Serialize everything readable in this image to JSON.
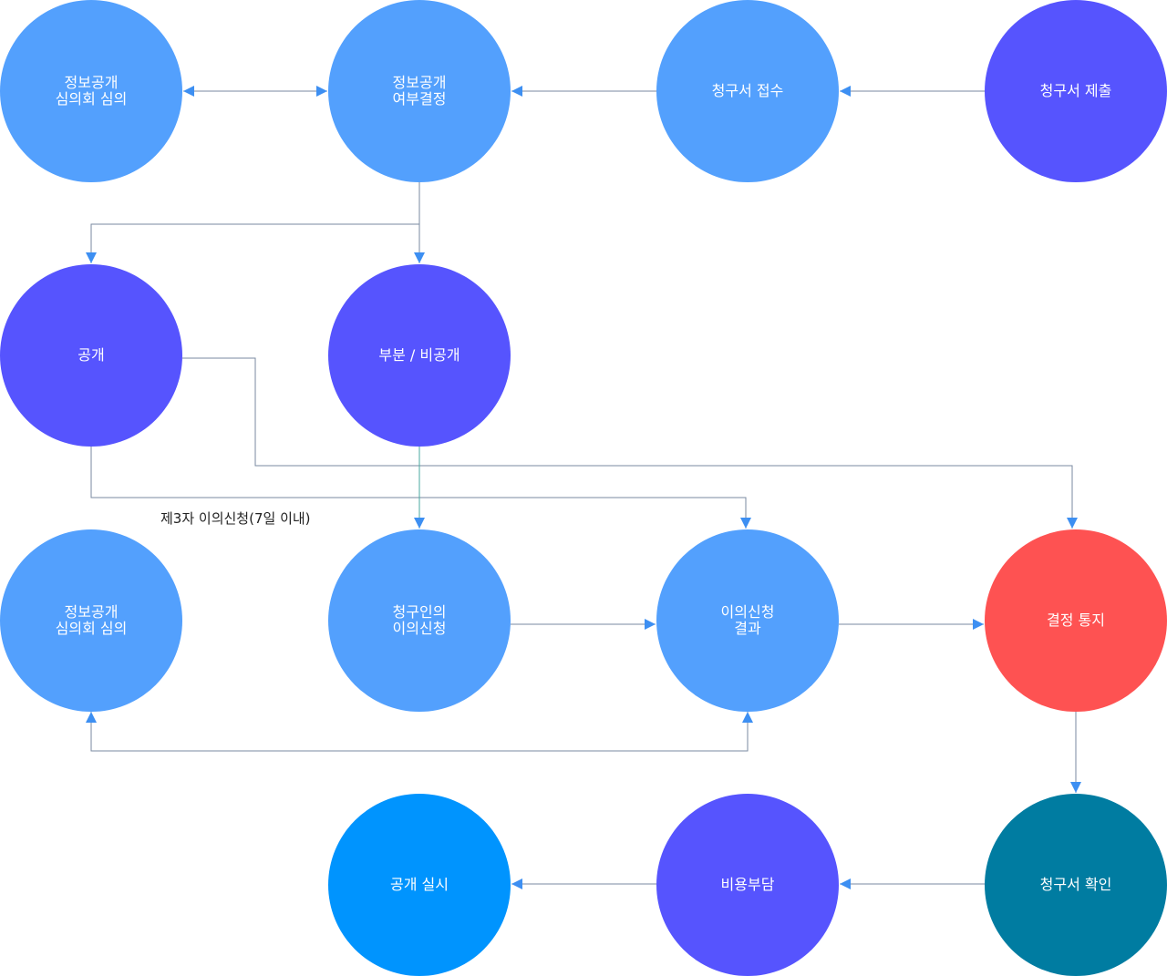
{
  "nodes": {
    "committee_review_top": {
      "lines": [
        "정보공개",
        "심의회 심의"
      ]
    },
    "disclosure_decision": {
      "lines": [
        "정보공개",
        "여부결정"
      ]
    },
    "request_received": {
      "lines": [
        "청구서 접수"
      ]
    },
    "request_submitted": {
      "lines": [
        "청구서 제출"
      ]
    },
    "disclosure": {
      "lines": [
        "공개"
      ]
    },
    "partial_nondisclosure": {
      "lines": [
        "부분 / 비공개"
      ]
    },
    "committee_review_bottom": {
      "lines": [
        "정보공개",
        "심의회 심의"
      ]
    },
    "requester_objection": {
      "lines": [
        "청구인의",
        "이의신청"
      ]
    },
    "objection_result": {
      "lines": [
        "이의신청",
        "결과"
      ]
    },
    "decision_notice": {
      "lines": [
        "결정 통지"
      ]
    },
    "request_confirmed": {
      "lines": [
        "청구서 확인"
      ]
    },
    "cost_burden": {
      "lines": [
        "비용부담"
      ]
    },
    "disclosure_executed": {
      "lines": [
        "공개 실시"
      ]
    }
  },
  "edge_labels": {
    "third_party_objection": "제3자 이의신청(7일 이내)"
  },
  "colors": {
    "light_blue": "#53a0fd",
    "purple": "#5654fe",
    "red": "#fe5252",
    "teal": "#007ca1",
    "blue": "#0094fe",
    "connector": "#3d8ff2"
  }
}
